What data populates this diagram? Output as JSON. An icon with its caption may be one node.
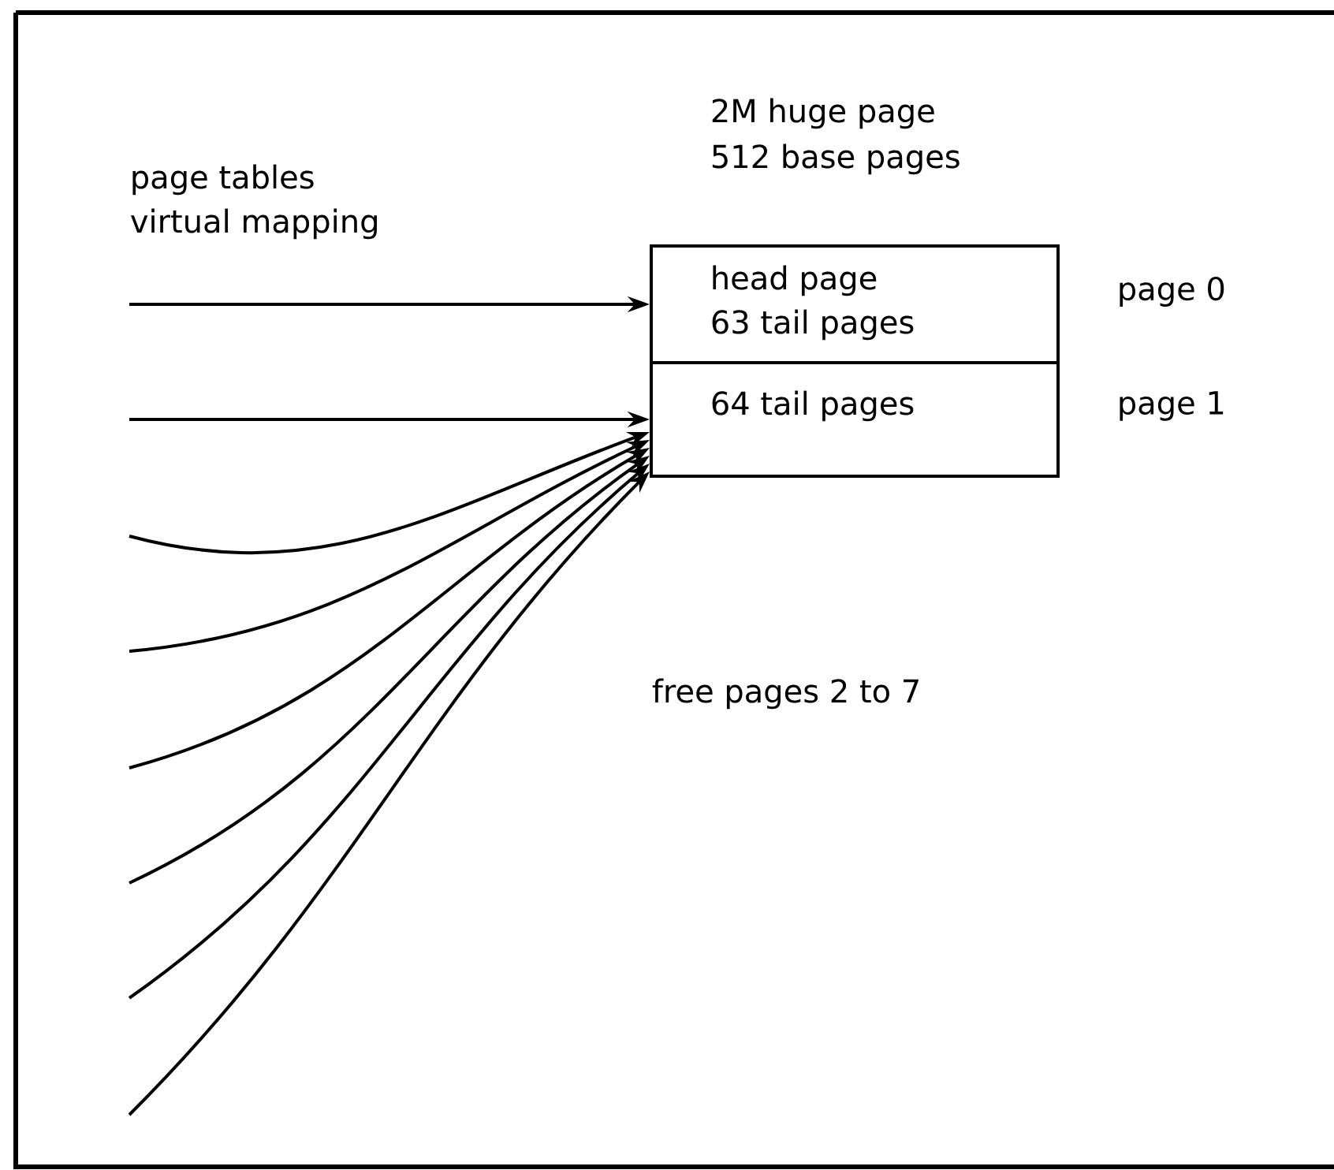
{
  "diagram": {
    "nodes": [
      {
        "text": [
          "head page",
          "63 tail pages"
        ],
        "beside": [
          "page 0"
        ]
      },
      {
        "text": [
          "64 tail pages"
        ],
        "beside": [
          "page 1"
        ]
      }
    ],
    "edges": [
      {
        "from": null,
        "to": 0,
        "arrow": "to"
      },
      {
        "from": null,
        "to": 1,
        "arrow": "to"
      },
      {
        "from": null,
        "to": 1,
        "arrow": "to"
      },
      {
        "from": null,
        "to": 1,
        "arrow": "to"
      },
      {
        "from": null,
        "to": 1,
        "arrow": "to"
      },
      {
        "from": null,
        "to": 1,
        "arrow": "to"
      },
      {
        "from": null,
        "to": 1,
        "arrow": "to"
      },
      {
        "from": null,
        "to": 1,
        "arrow": "to"
      }
    ],
    "labels": [
      "2M huge page",
      "512 base pages",
      "page tables",
      "virtual mapping",
      "free pages 2 to 7"
    ]
  }
}
